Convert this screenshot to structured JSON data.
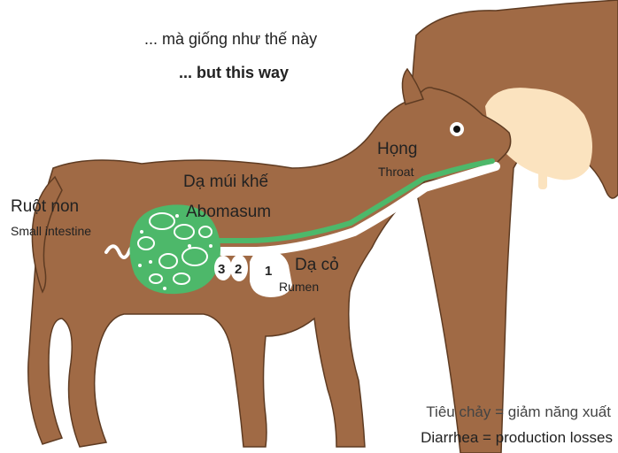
{
  "heading": {
    "vietnamese": "... mà giống như thế này",
    "english": "... but this way"
  },
  "labels": {
    "throat": {
      "vietnamese": "Họng",
      "english": "Throat"
    },
    "abomasum": {
      "vietnamese": "Dạ múi khế",
      "english": "Abomasum"
    },
    "small_intestine": {
      "vietnamese": "Ruột non",
      "english": "Small intestine"
    },
    "rumen": {
      "vietnamese": "Dạ cỏ",
      "english": "Rumen"
    }
  },
  "stomach_numbers": [
    "3",
    "2",
    "1"
  ],
  "footer": {
    "vietnamese": "Tiêu chảy = giảm năng xuất",
    "english": "Diarrhea = production losses"
  },
  "colors": {
    "calf_body": "#a06a45",
    "calf_outline": "#5e3b22",
    "cow_body": "#a06a45",
    "udder": "#fbe3bf",
    "milk_path": "#4db86a",
    "abomasum_fill": "#4db86a",
    "stomach_chambers": "#ffffff"
  }
}
